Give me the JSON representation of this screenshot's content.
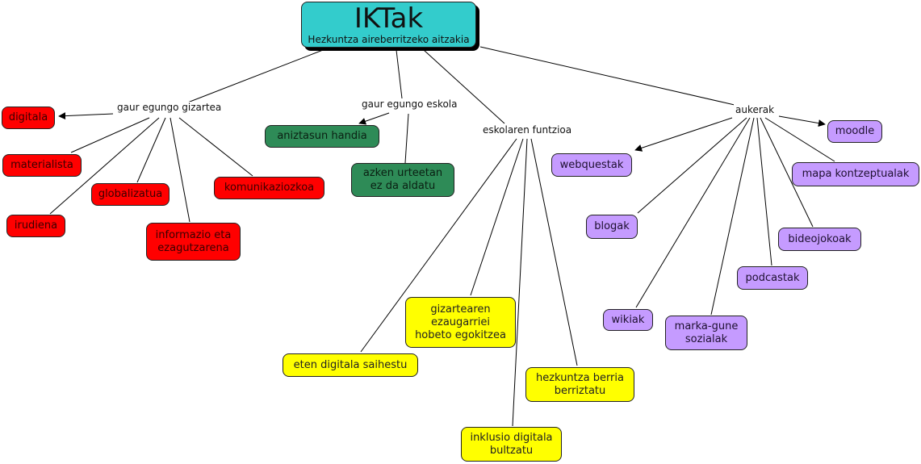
{
  "root": {
    "title": "IKTak",
    "subtitle": "Hezkuntza aireberritzeko aitzakia",
    "color": "#33cccc"
  },
  "colors": {
    "red": "#ff0000",
    "green": "#2e8b57",
    "yellow": "#ffff00",
    "purple": "#c59bff"
  },
  "branches": [
    {
      "label": "gaur egungo gizartea",
      "children": [
        "digitala",
        "materialista",
        "globalizatua",
        "irudiena",
        "informazio eta\nezagutzarena",
        "komunikaziozkoa"
      ]
    },
    {
      "label": "gaur egungo eskola",
      "children": [
        "aniztasun handia",
        "azken urteetan\nez da aldatu"
      ]
    },
    {
      "label": "eskolaren funtzioa",
      "children": [
        "gizartearen\nezaugarriei\nhobeto egokitzea",
        "eten digitala saihestu",
        "hezkuntza berria\nberriztatu",
        "inklusio digitala\nbultzatu"
      ]
    },
    {
      "label": "aukerak",
      "children": [
        "moodle",
        "webquestak",
        "mapa kontzeptualak",
        "blogak",
        "bideojokoak",
        "podcastak",
        "wikiak",
        "marka-gune\nsozialak"
      ]
    }
  ]
}
